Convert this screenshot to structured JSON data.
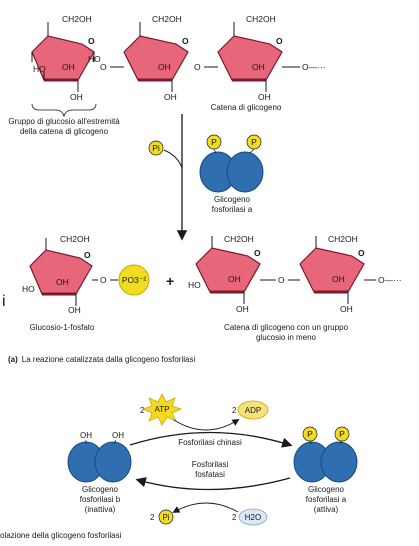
{
  "colors": {
    "ring_fill": "#e8667a",
    "ring_stroke": "#7a1a2a",
    "enzyme_blue": "#2f6fb0",
    "phosphate_yellow": "#f2dc1f",
    "atp_burst": "#f5d820",
    "adp_fill": "#f3e27a",
    "water_fill": "#dbe7f2"
  },
  "top": {
    "ch2oh": "CH2OH",
    "o": "O",
    "oh": "OH",
    "ho": "HO",
    "chain_tail": "O—···",
    "glucose_end_caption_1": "Gruppo di glucosio all'estremità",
    "glucose_end_caption_2": "della catena di glicogeno",
    "chain_caption": "Catena di glicogeno"
  },
  "reaction": {
    "pi_label": "Pi",
    "enzyme_label_1": "Glicogeno",
    "enzyme_label_2": "fosforilasi a",
    "phosphate_p": "P",
    "plus": "+",
    "po3": "PO3⁻²",
    "product1_caption": "Glucosio-1-fosfato",
    "product2_caption_1": "Catena di glicogeno con un gruppo",
    "product2_caption_2": "glucosio in meno",
    "stray_char": "i"
  },
  "panel_a": {
    "marker": "(a)",
    "caption": "La reazione catalizzata dalla glicogeno fosforilasi"
  },
  "panel_b": {
    "atp_coef": "2",
    "atp": "ATP",
    "adp_coef": "2",
    "adp": "ADP",
    "kinase": "Fosforilasi chinasi",
    "phosphatase_1": "Fosforilasi",
    "phosphatase_2": "fosfatasi",
    "pi_coef": "2",
    "pi": "Pi",
    "h2o_coef": "2",
    "h2o": "H2O",
    "oh": "OH",
    "p": "P",
    "inactive_1": "Glicogeno",
    "inactive_2": "fosforilasi b",
    "inactive_3": "(inattiva)",
    "active_1": "Glicogeno",
    "active_2": "fosforilasi a",
    "active_3": "(attiva)",
    "caption": "olazione della glicogeno fosforilasi"
  }
}
